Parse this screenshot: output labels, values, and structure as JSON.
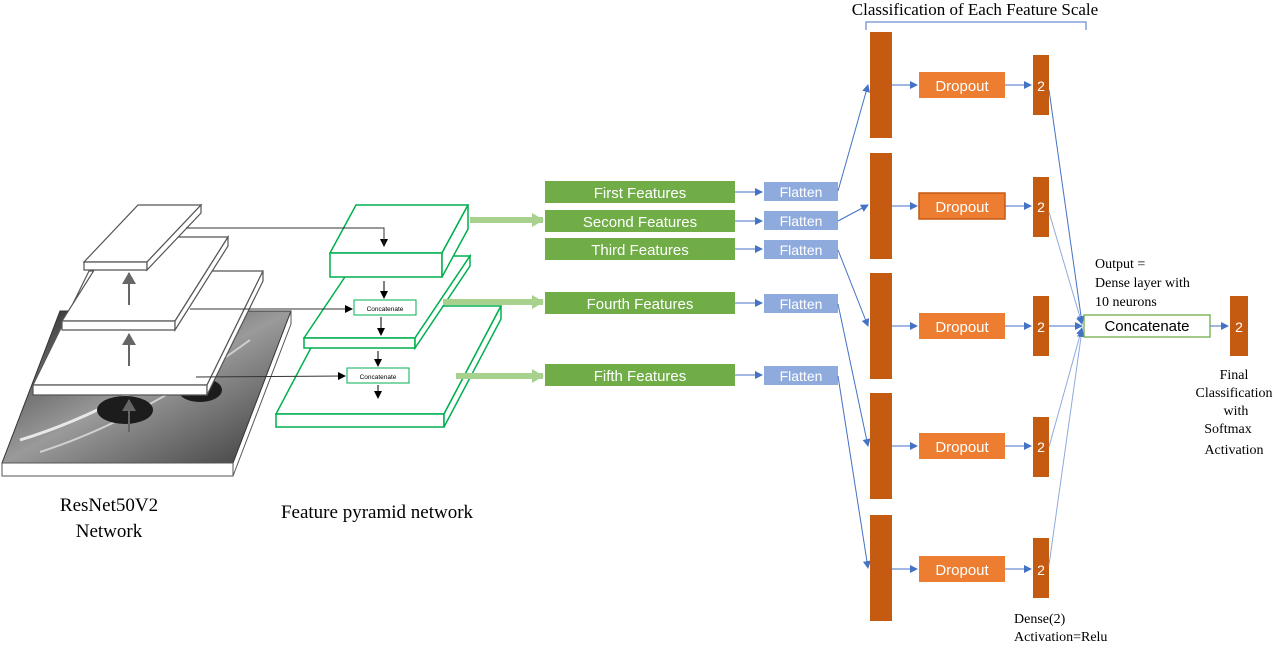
{
  "header": {
    "title": "Classification of Each Feature Scale"
  },
  "backbone": {
    "label_line1": "ResNet50V2",
    "label_line2": "Network"
  },
  "fpn": {
    "label": "Feature pyramid network",
    "concat_top": "Concatenate",
    "concat_bottom": "Concatenate"
  },
  "features": [
    "First Features",
    "Second Features",
    "Third Features",
    "Fourth Features",
    "Fifth Features"
  ],
  "flatten_label": "Flatten",
  "dropout_label": "Dropout",
  "dense_unit_label": "2",
  "output_note": {
    "line1": "Output =",
    "line2": "Dense layer with",
    "line3": "10 neurons"
  },
  "concatenate_label": "Concatenate",
  "final_dense_label": "2",
  "final_note": {
    "line1": "Final",
    "line2": "Classification",
    "line3": "with",
    "line4": "Softmax",
    "line5": "Activation"
  },
  "dense_note": {
    "line1": "Dense(2)",
    "line2": "Activation=Relu"
  },
  "colors": {
    "feature_green": "#70AD47",
    "flatten_blue": "#8FAADC",
    "dense_brown": "#C55A11",
    "dropout_orange": "#ED7D31",
    "arrow_blue": "#4472C4",
    "fpn_green": "#00B050",
    "arrow_lightgreen": "#A9D18E"
  }
}
